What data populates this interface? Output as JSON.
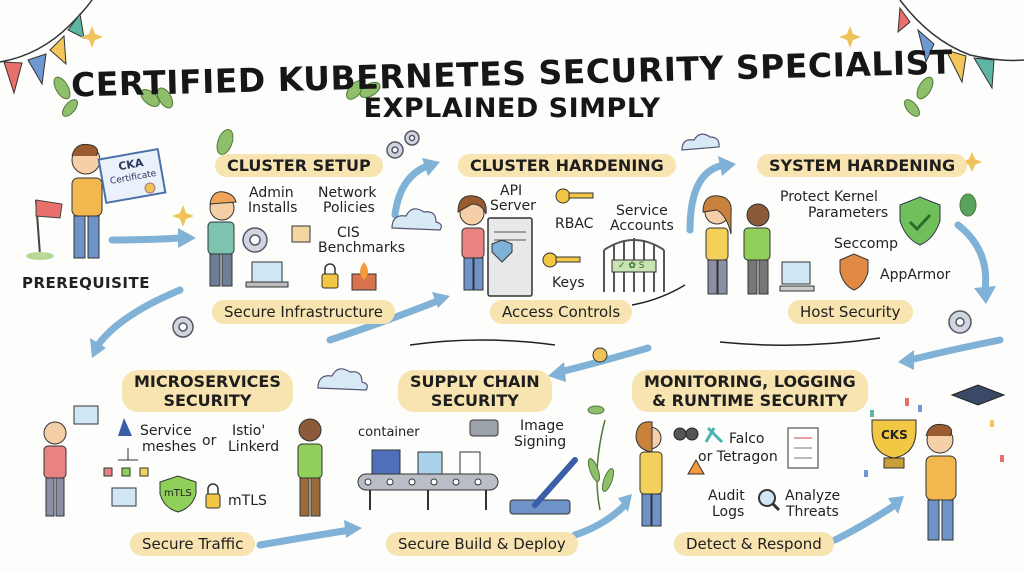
{
  "title": {
    "line1": "CERTIFIED KUBERNETES SECURITY SPECIALIST",
    "line2": "EXPLAINED SIMPLY"
  },
  "prerequisite": {
    "label": "PREREQUISITE",
    "certificate_title": "CKA",
    "certificate_subtitle": "Certificate"
  },
  "sections": {
    "cluster_setup": {
      "heading": "CLUSTER SETUP",
      "items": [
        "Admin",
        "Installs",
        "Network",
        "Policies",
        "CIS",
        "Benchmarks"
      ],
      "summary": "Secure Infrastructure"
    },
    "cluster_hardening": {
      "heading": "CLUSTER HARDENING",
      "items": [
        "API",
        "Server",
        "RBAC",
        "Keys",
        "Service",
        "Accounts"
      ],
      "gate_sign": "✓ ✿ S",
      "summary": "Access Controls"
    },
    "system_hardening": {
      "heading": "SYSTEM HARDENING",
      "items": [
        "Protect Kernel",
        "Parameters",
        "Seccomp",
        "AppArmor"
      ],
      "summary": "Host Security"
    },
    "microservices_security": {
      "heading_line1": "MICROSERVICES",
      "heading_line2": "SECURITY",
      "items": [
        "Service",
        "meshes",
        "or",
        "Istio'",
        "Linkerd",
        "mTLS",
        "mTLS"
      ],
      "summary": "Secure Traffic"
    },
    "supply_chain_security": {
      "heading_line1": "SUPPLY CHAIN",
      "heading_line2": "SECURITY",
      "items": [
        "container",
        "Image",
        "Signing"
      ],
      "summary": "Secure Build & Deploy"
    },
    "monitoring_logging_runtime": {
      "heading_line1": "MONITORING, LOGGING",
      "heading_line2": "& RUNTIME SECURITY",
      "items": [
        "Falco",
        "or Tetragon",
        "Audit",
        "Logs",
        "Analyze",
        "Threats"
      ],
      "summary": "Detect & Respond"
    }
  },
  "finish": {
    "trophy_label": "CKS"
  },
  "colors": {
    "pill": "#f8e4b0",
    "arrow": "#7fb2d6",
    "shield_green": "#6fbf5a",
    "shield_orange": "#e08a45",
    "key_yellow": "#f2c744",
    "bunting": [
      "#e96f6a",
      "#6e98d4",
      "#f3c65a",
      "#5fb5a5"
    ]
  }
}
